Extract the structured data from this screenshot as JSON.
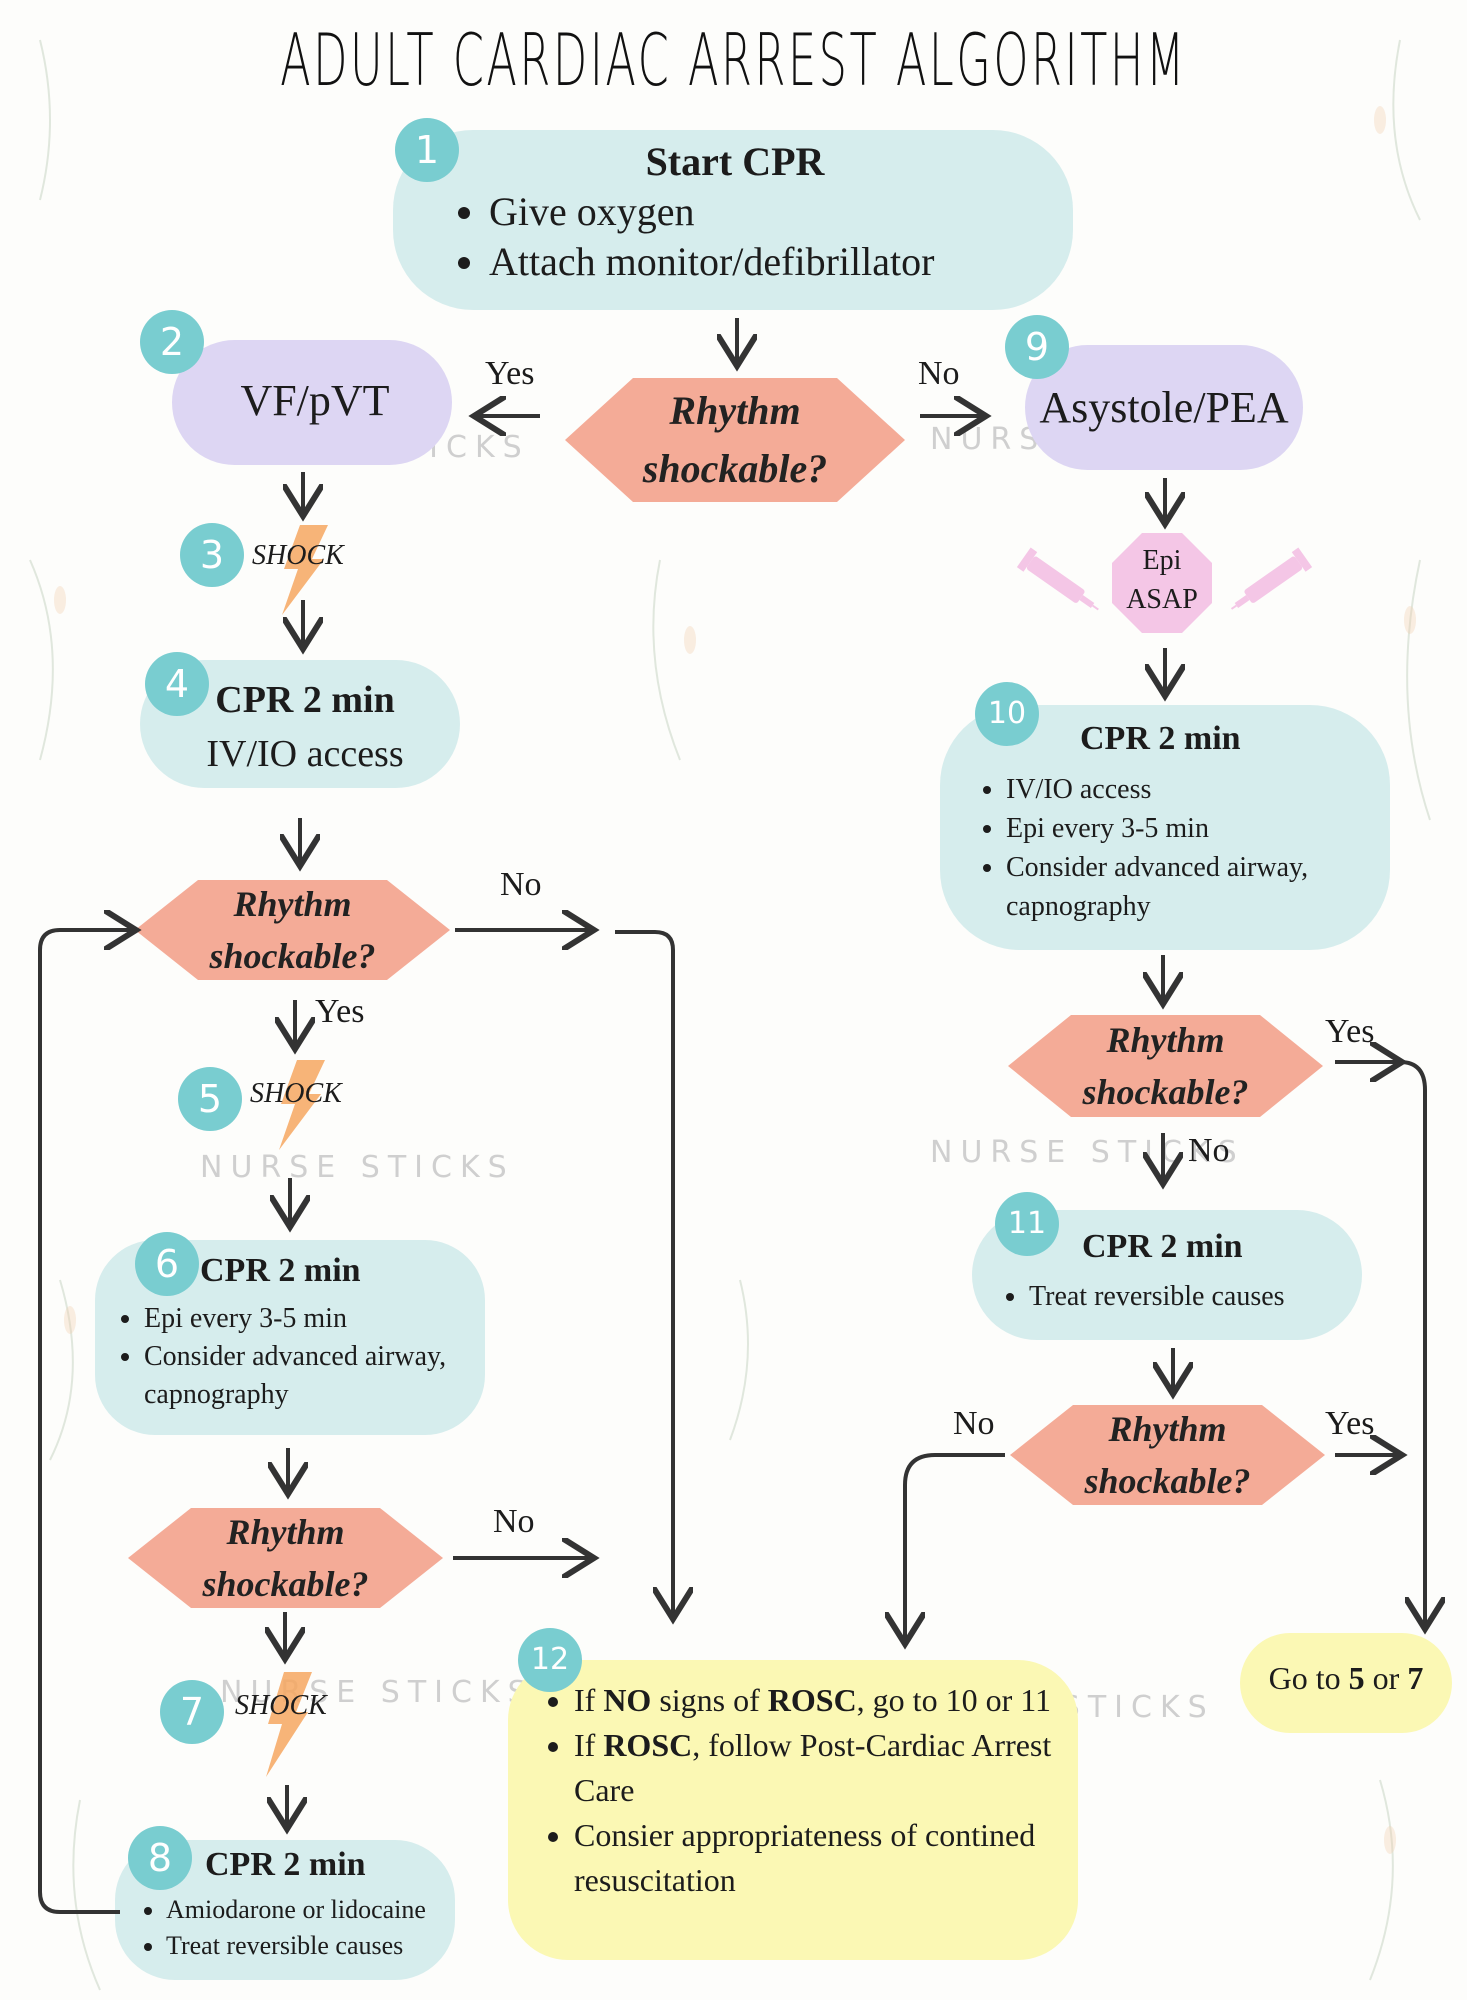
{
  "title": "Adult cardiac arrest algorithm",
  "watermark": "NURSE STICKS",
  "colors": {
    "teal_box": "#d3ecec",
    "lavender_box": "#ddd6f3",
    "yellow_box": "#fbf8b4",
    "hexagon": "#f4ab97",
    "number_badge": "#79cdd0",
    "epi_octagon": "#f4c6e6",
    "bolt": "#f6a760"
  },
  "steps": {
    "s1": {
      "num": "1",
      "heading": "Start CPR",
      "items": [
        "Give oxygen",
        "Attach monitor/defibrillator"
      ]
    },
    "s2": {
      "num": "2",
      "label": "VF/pVT"
    },
    "s3": {
      "num": "3",
      "label": "SHOCK"
    },
    "s4": {
      "num": "4",
      "heading": "CPR 2 min",
      "line": "IV/IO access"
    },
    "s5": {
      "num": "5",
      "label": "SHOCK"
    },
    "s6": {
      "num": "6",
      "heading": "CPR 2 min",
      "items": [
        "Epi every 3-5 min",
        "Consider advanced airway, capnography"
      ]
    },
    "s7": {
      "num": "7",
      "label": "SHOCK"
    },
    "s8": {
      "num": "8",
      "heading": "CPR 2 min",
      "items": [
        "Amiodarone or lidocaine",
        "Treat reversible causes"
      ]
    },
    "s9": {
      "num": "9",
      "label": "Asystole/PEA"
    },
    "epi": {
      "line1": "Epi",
      "line2": "ASAP"
    },
    "s10": {
      "num": "10",
      "heading": "CPR 2 min",
      "items": [
        "IV/IO access",
        "Epi every 3-5 min",
        "Consider advanced airway, capnography"
      ]
    },
    "s11": {
      "num": "11",
      "heading": "CPR 2 min",
      "items": [
        "Treat reversible causes"
      ]
    },
    "s12": {
      "num": "12",
      "items": [
        {
          "a": "If ",
          "b": "NO",
          "c": " signs of ",
          "d": "ROSC",
          "e": ", go to 10 or 11"
        },
        {
          "a": "If ",
          "b": "ROSC",
          "c": ", follow Post-Cardiac Arrest Care"
        },
        {
          "a": "Consier appropriateness of contined resuscitation"
        }
      ]
    },
    "goto": {
      "prefix": "Go to ",
      "a": "5",
      "mid": " or ",
      "b": "7"
    }
  },
  "decision": {
    "line1": "Rhythm",
    "line2": "shockable?"
  },
  "labels": {
    "yes": "Yes",
    "no": "No"
  }
}
